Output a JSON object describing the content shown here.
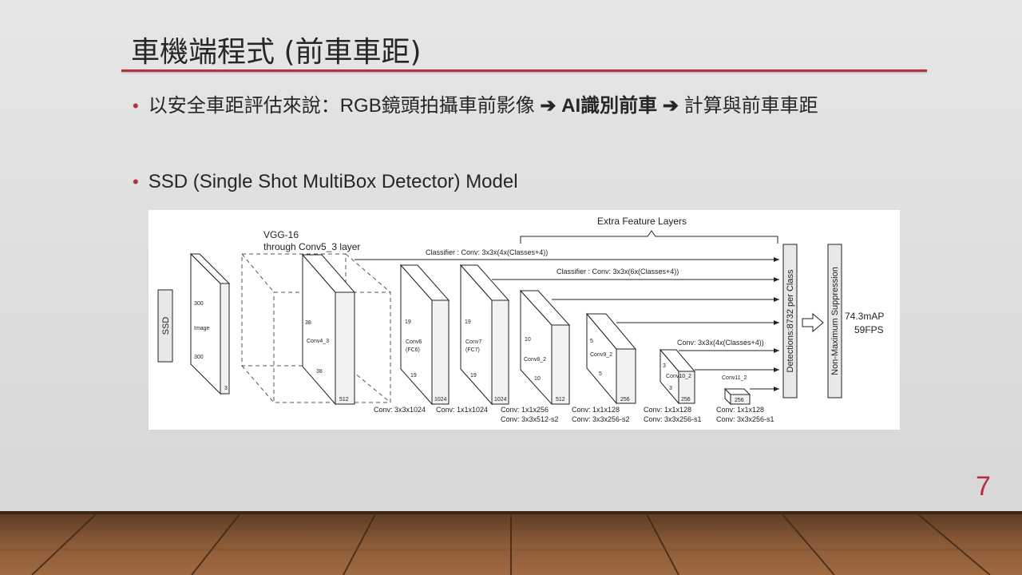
{
  "slide": {
    "title": "車機端程式 (前車車距)",
    "page_number": "7",
    "colors": {
      "accent": "#b5303f",
      "text": "#262626",
      "background": "#dedede"
    }
  },
  "bullets": [
    {
      "prefix": "以安全車距評估來說：RGB鏡頭拍攝車前影像 ",
      "arrow1": "➔",
      "bold": " AI識別前車 ",
      "arrow2": "➔",
      "suffix": " 計算與前車車距"
    },
    {
      "text": "SSD (Single Shot MultiBox Detector) Model"
    }
  ],
  "diagram": {
    "ssd_label": "SSD",
    "extra_feature_layers": "Extra Feature Layers",
    "vgg_line1": "VGG-16",
    "vgg_line2": "through Conv5_3 layer",
    "image": {
      "dim1": "300",
      "label": "Image",
      "dim2": "300",
      "depth": "3"
    },
    "conv4_3": {
      "dim1": "38",
      "label": "Conv4_3",
      "dim2": "38",
      "depth": "512"
    },
    "conv6": {
      "dim1": "19",
      "label1": "Conv6",
      "label2": "(FC6)",
      "dim2": "19",
      "depth": "1024"
    },
    "conv7": {
      "dim1": "19",
      "label1": "Conv7",
      "label2": "(FC7)",
      "dim2": "19",
      "depth": "1024"
    },
    "conv8_2": {
      "dim1": "10",
      "label": "Conv8_2",
      "dim2": "10",
      "depth": "512"
    },
    "conv9_2": {
      "dim1": "5",
      "label": "Conv9_2",
      "dim2": "5",
      "depth": "256"
    },
    "conv10_2": {
      "dim1": "3",
      "label": "Conv10_2",
      "dim2": "3",
      "depth": "256"
    },
    "conv11_2": {
      "label": "Conv11_2",
      "depth": "256"
    },
    "classifier1": "Classifier : Conv: 3x3x(4x(Classes+4))",
    "classifier2": "Classifier : Conv: 3x3x(6x(Classes+4))",
    "classifier3": "Conv: 3x3x(4x(Classes+4))",
    "conv_labels": {
      "c1": "Conv: 3x3x1024",
      "c2": "Conv: 1x1x1024",
      "c3a": "Conv: 1x1x256",
      "c3b": "Conv: 3x3x512-s2",
      "c4a": "Conv: 1x1x128",
      "c4b": "Conv: 3x3x256-s2",
      "c5a": "Conv: 1x1x128",
      "c5b": "Conv: 3x3x256-s1",
      "c6a": "Conv: 1x1x128",
      "c6b": "Conv: 3x3x256-s1"
    },
    "detections": "Detections:8732 per Class",
    "nms": "Non-Maximum Suppression",
    "result1": "74.3mAP",
    "result2": "59FPS"
  }
}
